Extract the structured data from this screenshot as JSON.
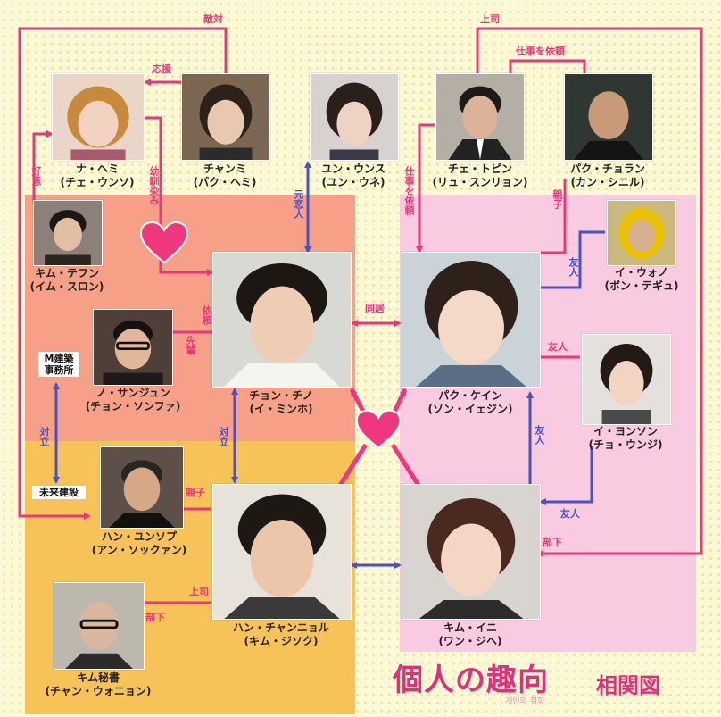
{
  "title": "個人の趣向",
  "subtitle": "相関図",
  "title_hangul": "개인의 취향",
  "colors": {
    "pink_line": "#e8387a",
    "blue_line": "#4a50c9",
    "heart": "#f0367e",
    "zone_salmon": "#f6a187",
    "zone_orange": "#f7c257",
    "zone_pink": "#f9cbe0",
    "background": "#fbf8d6"
  },
  "people": {
    "na_hemi": {
      "name": "ナ・ヘミ",
      "actor": "(チェ・ウンソ)"
    },
    "chanmi": {
      "name": "チャンミ",
      "actor": "(パク・ヘミ)"
    },
    "yun_unsu": {
      "name": "ユン・ウンス",
      "actor": "(ユン・ウネ)"
    },
    "che_topin": {
      "name": "チェ・トピン",
      "actor": "(リュ・スンリョン)"
    },
    "paku_choran": {
      "name": "パク・チョラン",
      "actor": "(カン・シニル)"
    },
    "kim_tefun": {
      "name": "キム・テフン",
      "actor": "(イム・スロン)"
    },
    "chon_chino": {
      "name": "チョン・チノ",
      "actor": "(イ・ミンホ)"
    },
    "paku_kein": {
      "name": "パク・ケイン",
      "actor": "(ソン・イェジン)"
    },
    "i_wono": {
      "name": "イ・ウォノ",
      "actor": "(ボン・テギュ)"
    },
    "no_sanjun": {
      "name": "ノ・サンジュン",
      "actor": "(チョン・ソンファ)"
    },
    "i_yonson": {
      "name": "イ・ヨンソン",
      "actor": "(チョ・ウンジ)"
    },
    "han_yunsopu": {
      "name": "ハン・ユンソプ",
      "actor": "(アン・ソックァン)"
    },
    "han_chanyol": {
      "name": "ハン・チャンニョル",
      "actor": "(キム・ジソク)"
    },
    "kim_ini": {
      "name": "キム・イニ",
      "actor": "(ワン・ジヘ)"
    },
    "kim_hisho": {
      "name": "キム秘書",
      "actor": "(チャン・ウォニョン)"
    }
  },
  "companies": {
    "m_arch": "M建築\n事務所",
    "mirai": "未来建設"
  },
  "relations": {
    "tekitai": "敵対",
    "ouen": "応援",
    "joushi_top": "上司",
    "shigoto_irai_top": "仕事を依頼",
    "kouii": "好意",
    "osananajimi": "幼馴染み",
    "motokoibito": "元恋人",
    "shigoto_irai": "仕事を依頼",
    "oyako_top": "親子",
    "yuujin_wono": "友人",
    "doukyo": "同居",
    "irai": "依頼",
    "senpai": "先輩",
    "yuujin_yonson": "友人",
    "tairitsu_left": "対立",
    "tairitsu_mid": "対立",
    "yuujin_kein": "友人",
    "yuujin_ini": "友人",
    "oyako_han": "親子",
    "buka_ini": "部下",
    "joushi_bottom": "上司",
    "buka_bottom": "部下"
  }
}
